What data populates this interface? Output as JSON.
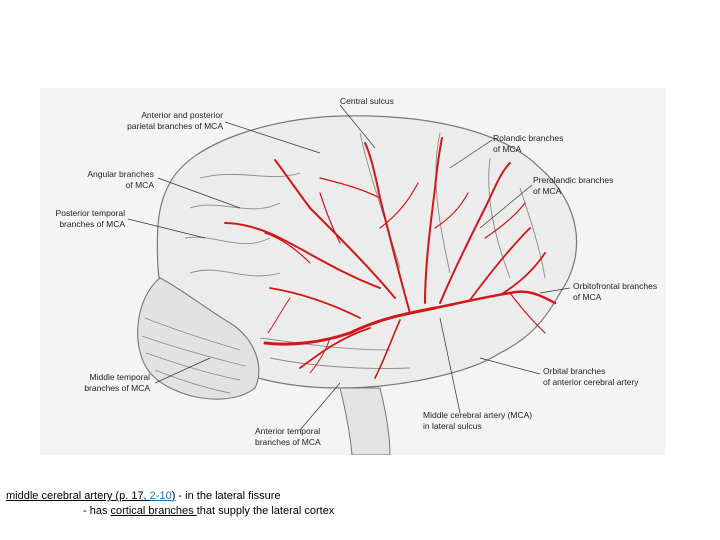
{
  "labels": {
    "central_sulcus": "Central sulcus",
    "ant_post_parietal_1": "Anterior and posterior",
    "ant_post_parietal_2": "parietal branches of MCA",
    "rolandic_1": "Rolandic branches",
    "rolandic_2": "of MCA",
    "angular_1": "Angular branches",
    "angular_2": "of MCA",
    "prerolandic_1": "Prerolandic branches",
    "prerolandic_2": "of MCA",
    "post_temporal_1": "Posterior temporal",
    "post_temporal_2": "branches of MCA",
    "orbitofrontal_1": "Orbitofrontal branches",
    "orbitofrontal_2": "of MCA",
    "orbital_1": "Orbital branches",
    "orbital_2": "of anterior cerebral artery",
    "middle_temporal_1": "Middle temporal",
    "middle_temporal_2": "branches of MCA",
    "mca_1": "Middle cerebral artery (MCA)",
    "mca_2": "in lateral sulcus",
    "ant_temporal_1": "Anterior temporal",
    "ant_temporal_2": "branches of MCA"
  },
  "caption": {
    "term": "middle cerebral artery",
    "ref_open": " (p. 17, ",
    "ref_link": "2-10",
    "ref_close": ")",
    "rest1": " - in the lateral fissure",
    "line2_prefix": "- has ",
    "line2_term": "cortical branches ",
    "line2_rest": "that supply the lateral cortex"
  },
  "colors": {
    "artery": "#d01818",
    "link": "#1a6fa8"
  }
}
